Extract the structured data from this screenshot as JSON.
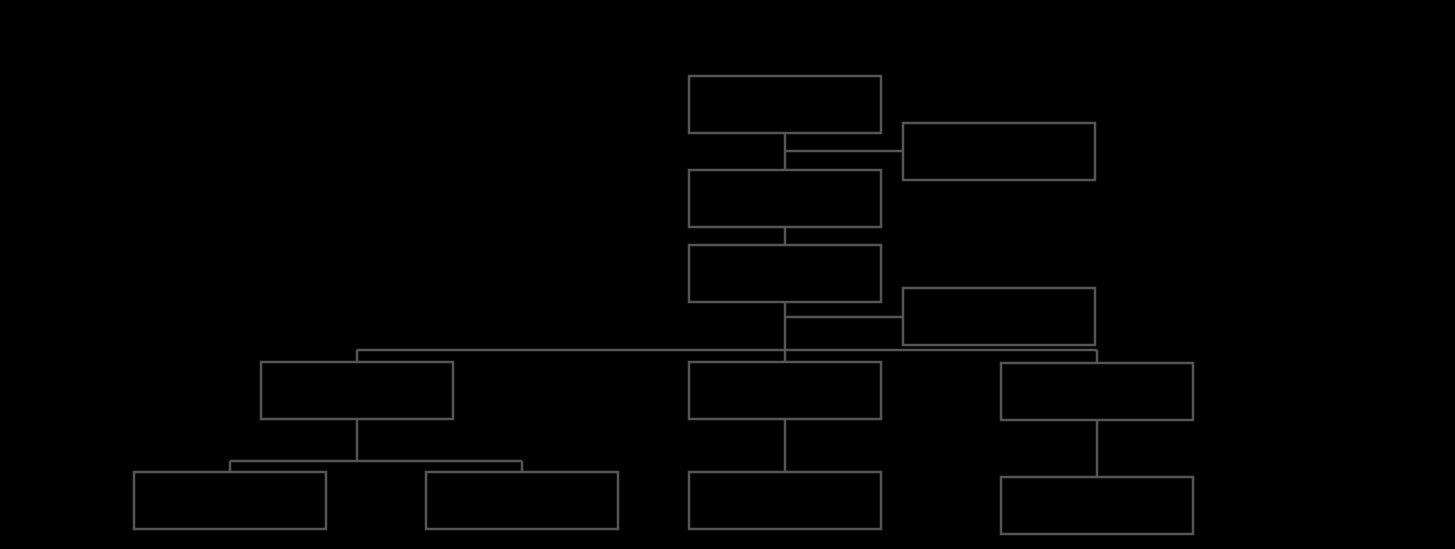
{
  "diagram": {
    "type": "org-chart",
    "colors": {
      "background": "#000000",
      "box_stroke": "#555555",
      "connector": "#555555",
      "label": "#000000"
    },
    "nodes": [
      {
        "id": "root",
        "label": ""
      },
      {
        "id": "root-assistant",
        "label": ""
      },
      {
        "id": "level-2",
        "label": ""
      },
      {
        "id": "level-3",
        "label": ""
      },
      {
        "id": "level-3-assistant",
        "label": ""
      },
      {
        "id": "branch-left",
        "label": ""
      },
      {
        "id": "branch-center",
        "label": ""
      },
      {
        "id": "branch-right",
        "label": ""
      },
      {
        "id": "left-child-1",
        "label": ""
      },
      {
        "id": "left-child-2",
        "label": ""
      },
      {
        "id": "center-child",
        "label": ""
      },
      {
        "id": "right-child",
        "label": ""
      }
    ],
    "edges": [
      {
        "from": "root",
        "to": "level-2"
      },
      {
        "from": "root",
        "to": "root-assistant",
        "kind": "assistant"
      },
      {
        "from": "level-2",
        "to": "level-3"
      },
      {
        "from": "level-3",
        "to": "level-3-assistant",
        "kind": "assistant"
      },
      {
        "from": "level-3",
        "to": "branch-left"
      },
      {
        "from": "level-3",
        "to": "branch-center"
      },
      {
        "from": "level-3",
        "to": "branch-right"
      },
      {
        "from": "branch-left",
        "to": "left-child-1"
      },
      {
        "from": "branch-left",
        "to": "left-child-2"
      },
      {
        "from": "branch-center",
        "to": "center-child"
      },
      {
        "from": "branch-right",
        "to": "right-child"
      }
    ]
  }
}
